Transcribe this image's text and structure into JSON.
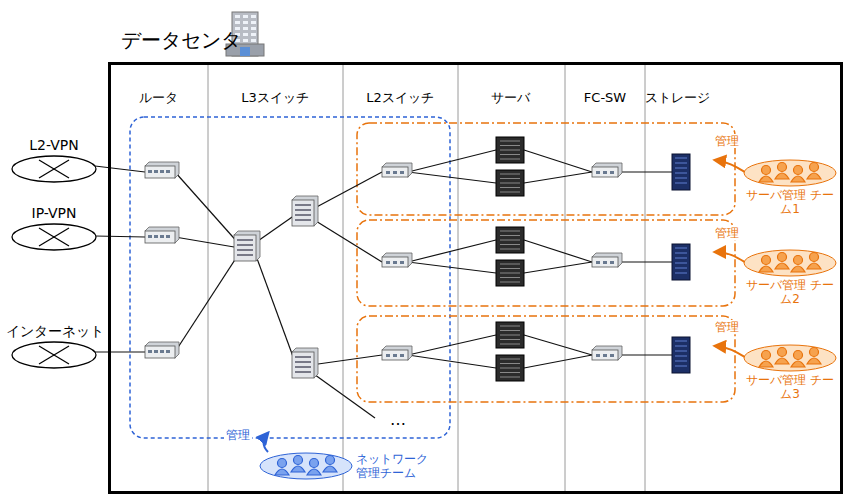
{
  "diagram": {
    "nodes": [
      {
        "text": [
          "データセンタ"
        ]
      },
      {
        "text": [
          "L2-VPN"
        ]
      },
      {
        "text": [
          "IP-VPN"
        ]
      },
      {
        "text": [
          "インターネット"
        ]
      },
      {
        "text": [
          "ネットワーク 管理チーム"
        ],
        "in": 0
      },
      {
        "text": [
          "サーバ管理 チーム1"
        ],
        "in": 0
      },
      {
        "text": [
          "サーバ管理 チーム2"
        ],
        "in": 0
      },
      {
        "text": [
          "サーバ管理 チーム3"
        ],
        "in": 0
      }
    ],
    "labels": [
      "ルータ",
      "L3スイッチ",
      "L2スイッチ",
      "サーバ",
      "FC-SW",
      "ストレージ",
      "管理",
      "管理",
      "管理",
      "…",
      "管理"
    ]
  }
}
